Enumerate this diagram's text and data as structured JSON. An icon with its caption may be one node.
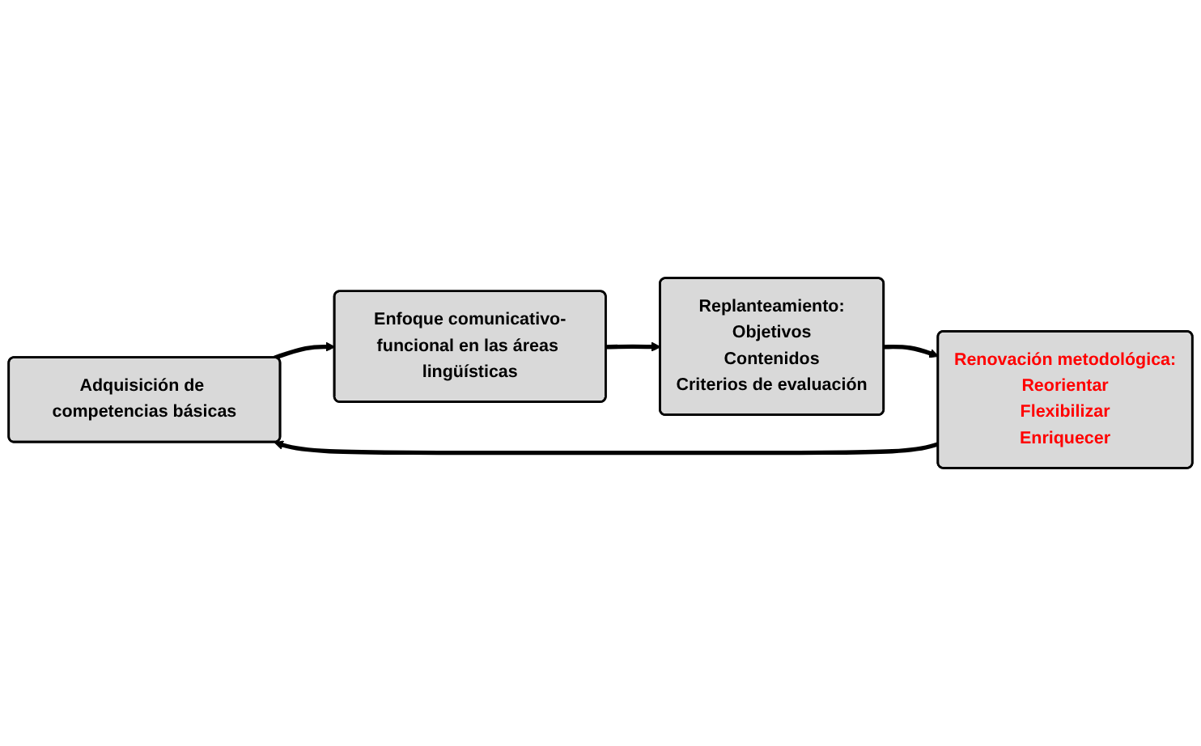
{
  "diagram": {
    "nodes": [
      {
        "text": [
          "Adquisición de competencias básicas"
        ]
      },
      {
        "text": [
          "Enfoque comunicativo-funcional en las áreas lingüísticas"
        ]
      },
      {
        "text": [
          "Replanteamiento:",
          "Objetivos",
          "Contenidos",
          "Criterios de evaluación"
        ]
      },
      {
        "text": [
          "Renovación metodológica:",
          "Reorientar",
          "Flexibilizar",
          "Enriquecer"
        ]
      }
    ],
    "edges": [
      {
        "from": 0,
        "to": 1,
        "arrow": "to"
      },
      {
        "from": 1,
        "to": 2,
        "arrow": "to"
      },
      {
        "from": 2,
        "to": 3,
        "arrow": "to"
      },
      {
        "from": 3,
        "to": 0,
        "arrow": "to"
      }
    ]
  }
}
